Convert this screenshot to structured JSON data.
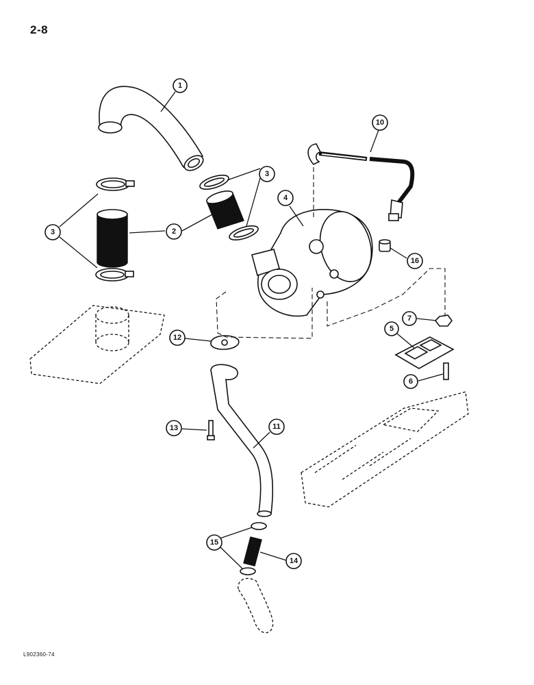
{
  "page": {
    "number": "2-8",
    "figure_code": "L902360-74"
  },
  "callouts": [
    {
      "id": "c1",
      "label": "1"
    },
    {
      "id": "c2",
      "label": "2"
    },
    {
      "id": "c3a",
      "label": "3"
    },
    {
      "id": "c3b",
      "label": "3"
    },
    {
      "id": "c4",
      "label": "4"
    },
    {
      "id": "c5",
      "label": "5"
    },
    {
      "id": "c6",
      "label": "6"
    },
    {
      "id": "c7",
      "label": "7"
    },
    {
      "id": "c10",
      "label": "10"
    },
    {
      "id": "c11",
      "label": "11"
    },
    {
      "id": "c12",
      "label": "12"
    },
    {
      "id": "c13",
      "label": "13"
    },
    {
      "id": "c14",
      "label": "14"
    },
    {
      "id": "c15",
      "label": "15"
    },
    {
      "id": "c16",
      "label": "16"
    }
  ]
}
